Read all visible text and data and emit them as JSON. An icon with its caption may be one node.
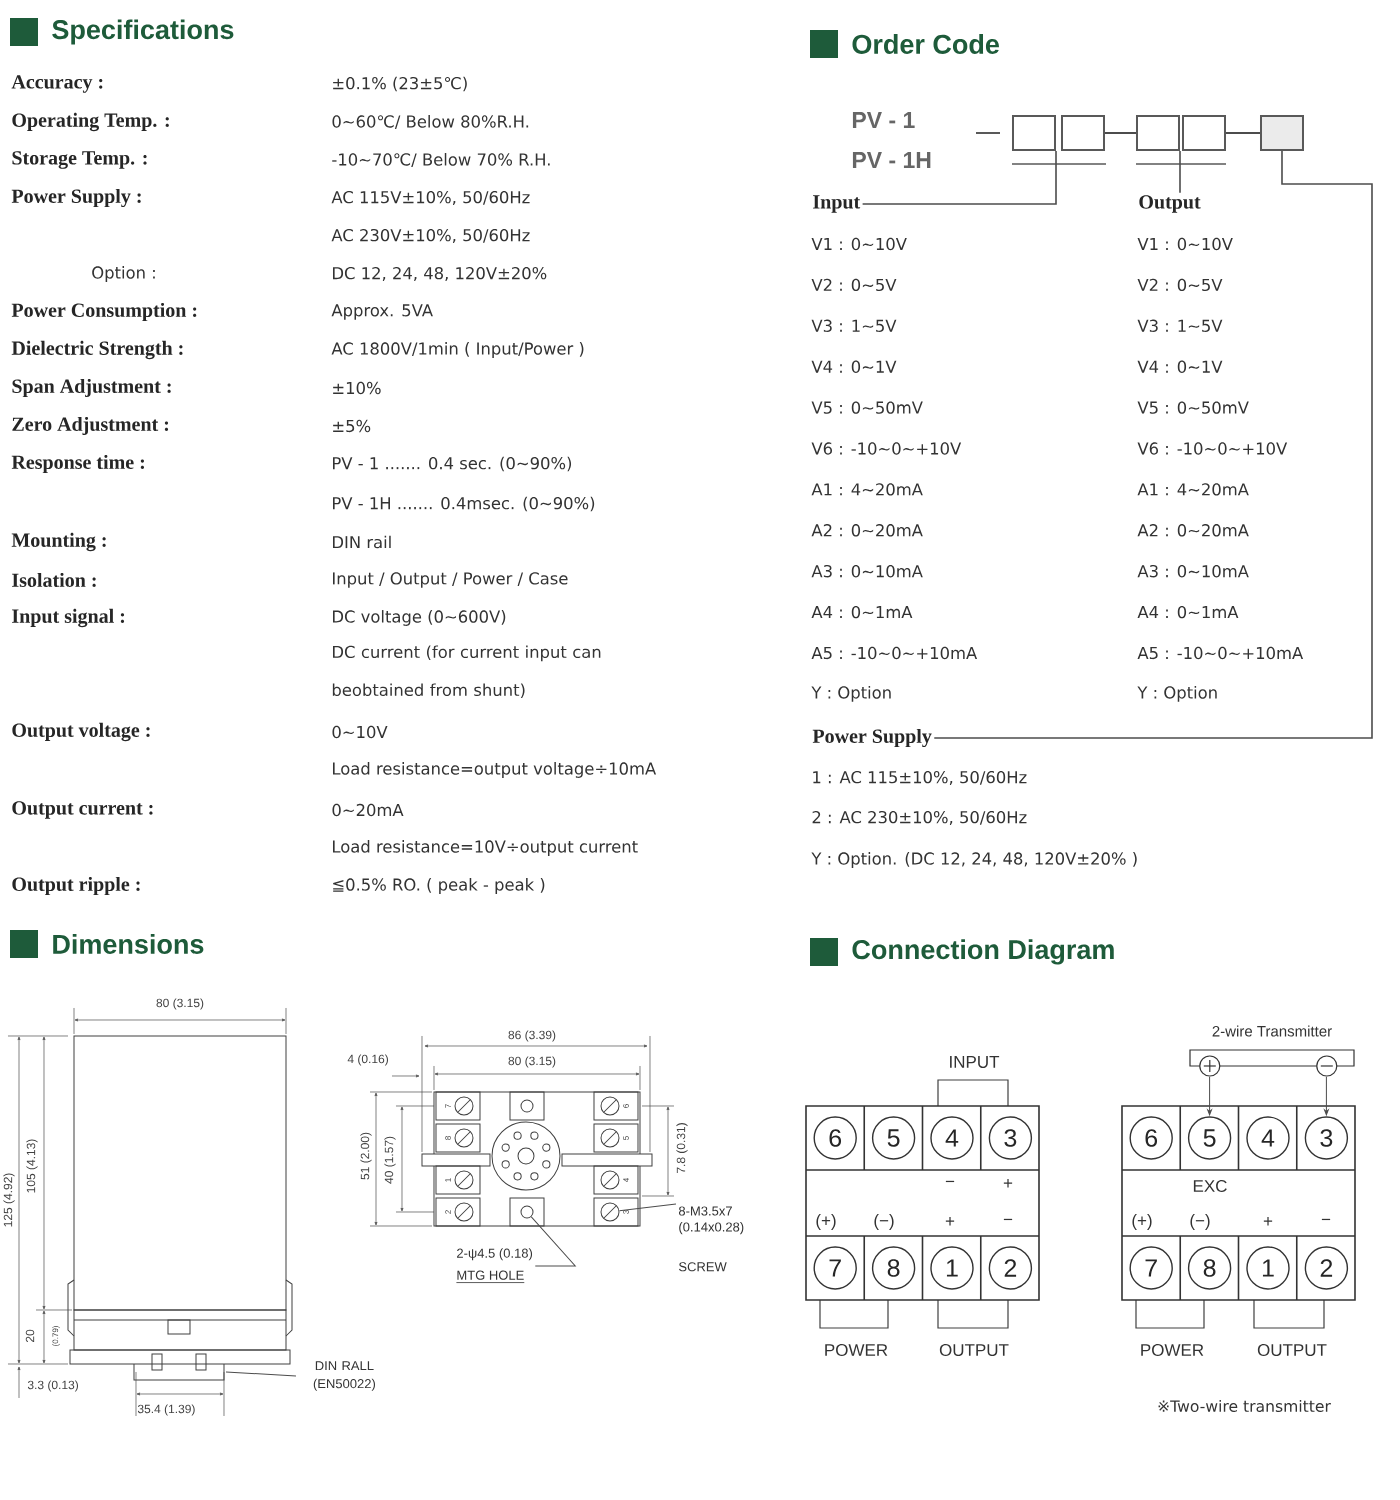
{
  "diagram": {
    "nodes": [
      {
        "text": [],
        "shape": "box"
      },
      {
        "text": [],
        "shape": "box"
      },
      {
        "text": [],
        "shape": "box"
      },
      {
        "text": [],
        "shape": "box"
      },
      {
        "text": [],
        "shape": "box"
      },
      {
        "text": [
          "Input"
        ]
      },
      {
        "text": [
          "Output"
        ]
      },
      {
        "text": [
          "Power Supply"
        ]
      },
      {
        "text": [
          "−",
          "+",
          "(+)",
          "(−)",
          "+",
          "−"
        ]
      },
      {
        "text": [
          "6"
        ],
        "in": 8
      },
      {
        "text": [
          "5"
        ],
        "in": 8
      },
      {
        "text": [
          "4"
        ],
        "in": 8
      },
      {
        "text": [
          "3"
        ],
        "in": 8
      },
      {
        "text": [
          "7"
        ],
        "in": 8
      },
      {
        "text": [
          "8"
        ],
        "in": 8
      },
      {
        "text": [
          "1"
        ],
        "in": 8
      },
      {
        "text": [
          "2"
        ],
        "in": 8
      },
      {
        "text": [
          "EXC",
          "(+)",
          "(−)",
          "+",
          "−"
        ]
      },
      {
        "text": [
          "6"
        ],
        "in": 17
      },
      {
        "text": [
          "5"
        ],
        "in": 17
      },
      {
        "text": [
          "4"
        ],
        "in": 17
      },
      {
        "text": [
          "3"
        ],
        "in": 17
      },
      {
        "text": [
          "7"
        ],
        "in": 17
      },
      {
        "text": [
          "8"
        ],
        "in": 17
      },
      {
        "text": [
          "1"
        ],
        "in": 17
      },
      {
        "text": [
          "2"
        ],
        "in": 17
      },
      {
        "text": [
          "2-wire Transmitter"
        ]
      },
      {
        "text": [
          "DIN RALL (EN50022)"
        ]
      },
      {
        "text": [
          "2-ψ4.5 (0.18)",
          "MTG HOLE"
        ]
      },
      {
        "text": [
          "8-M3.5x7 (0.14x0.28)",
          "SCREW"
        ]
      },
      {
        "text": [],
        "shape": "circle"
      },
      {
        "text": [],
        "shape": "circle"
      }
    ],
    "edges": [
      {
        "from": 5,
        "to": 0,
        "arrow": "none"
      },
      {
        "from": 6,
        "to": 2,
        "arrow": "none"
      },
      {
        "from": 7,
        "to": 4,
        "arrow": "none"
      },
      {
        "from": 26,
        "to": 19,
        "arrow": "to"
      },
      {
        "from": 26,
        "to": 21,
        "arrow": "to"
      },
      {
        "from": 27,
        "to": null,
        "arrow": "none"
      },
      {
        "from": 28,
        "to": 30,
        "arrow": "none"
      },
      {
        "from": 29,
        "to": 31,
        "arrow": "none"
      },
      {
        "from": 1,
        "to": 2,
        "arrow": "none"
      },
      {
        "from": 3,
        "to": 4,
        "arrow": "none"
      }
    ],
    "labels": [
      "Specifications",
      "Accuracy :",
      "±0.1% (23±5℃)",
      "Operating Temp. :",
      "0~60℃/ Below 80%R.H.",
      "Storage Temp. :",
      "-10~70℃/ Below 70% R.H.",
      "Power Supply :",
      "AC 115V±10%, 50/60Hz",
      "AC 230V±10%, 50/60Hz",
      "Option :",
      "DC 12, 24, 48, 120V±20%",
      "Power Consumption :",
      "Approx. 5VA",
      "Dielectric Strength :",
      "AC 1800V/1min ( Input/Power )",
      "Span Adjustment :",
      "±10%",
      "Zero Adjustment :",
      "±5%",
      "Response time :",
      "PV - 1 ....... 0.4 sec. (0~90%)",
      "PV - 1H ....... 0.4msec. (0~90%)",
      "Mounting :",
      "DIN rail",
      "Isolation :",
      "Input / Output / Power / Case",
      "Input signal :",
      "DC voltage (0~600V)",
      "DC current (for current input can beobtained from shunt)",
      "Output voltage :",
      "0~10V",
      "Load resistance=output voltage÷10mA",
      "Output current :",
      "0~20mA",
      "Load resistance=10V÷output current",
      "Output ripple :",
      "≦0.5% RO. ( peak - peak )",
      "Order Code",
      "PV - 1",
      "PV - 1H",
      "V1 : 0~10V",
      "V1 : 0~10V",
      "V2 : 0~5V",
      "V2 : 0~5V",
      "V3 : 1~5V",
      "V3 : 1~5V",
      "V4 : 0~1V",
      "V4 : 0~1V",
      "V5 : 0~50mV",
      "V5 : 0~50mV",
      "V6 : -10~0~+10V",
      "V6 : -10~0~+10V",
      "A1 : 4~20mA",
      "A1 : 4~20mA",
      "A2 : 0~20mA",
      "A2 : 0~20mA",
      "A3 : 0~10mA",
      "A3 : 0~10mA",
      "A4 : 0~1mA",
      "A4 : 0~1mA",
      "A5 : -10~0~+10mA",
      "A5 : -10~0~+10mA",
      "Y : Option",
      "Y : Option",
      "1 : AC 115±10%, 50/60Hz",
      "2 : AC 230±10%, 50/60Hz",
      "Y : Option. (DC 12, 24, 48, 120V±20% )",
      "Dimensions",
      "80 (3.15)",
      "125 (4.92)",
      "105 (4.13)",
      "20",
      "(0.79)",
      "3.3 (0.13)",
      "35.4 (1.39)",
      "4 (0.16)",
      "86 (3.39)",
      "80 (3.15)",
      "51 (2.00)",
      "40 (1.57)",
      "7.8 (0.31)",
      "7",
      "8",
      "1",
      "2",
      "6",
      "5",
      "4",
      "3",
      "Connection Diagram",
      "INPUT",
      "POWER",
      "OUTPUT",
      "POWER",
      "OUTPUT",
      "※Two-wire transmitter"
    ]
  }
}
